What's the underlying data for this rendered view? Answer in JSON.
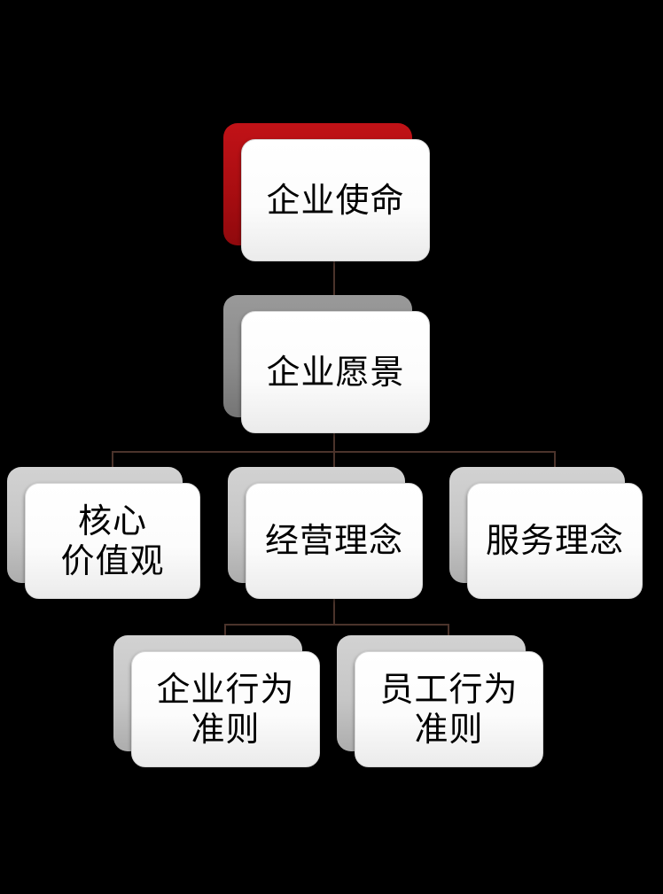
{
  "diagram": {
    "type": "org-hierarchy",
    "background": "#000000",
    "colors": {
      "card_face": "#ffffff",
      "text": "#000000",
      "connector": "#4b332b",
      "accent_red": "#b00e12",
      "gray_dark": "#8c8c8c",
      "gray_light": "#c6c6c6"
    },
    "nodes": [
      {
        "id": "mission",
        "label": "企业使命",
        "level": 1,
        "backing_color": "#b00e12"
      },
      {
        "id": "vision",
        "label": "企业愿景",
        "level": 2,
        "backing_color": "#8c8c8c"
      },
      {
        "id": "core-values",
        "label": "核心\n价值观",
        "level": 3,
        "backing_color": "#c6c6c6"
      },
      {
        "id": "business-philosophy",
        "label": "经营理念",
        "level": 3,
        "backing_color": "#c6c6c6"
      },
      {
        "id": "service-philosophy",
        "label": "服务理念",
        "level": 3,
        "backing_color": "#c6c6c6"
      },
      {
        "id": "corporate-conduct",
        "label": "企业行为\n准则",
        "level": 4,
        "backing_color": "#c6c6c6"
      },
      {
        "id": "employee-conduct",
        "label": "员工行为\n准则",
        "level": 4,
        "backing_color": "#c6c6c6"
      }
    ],
    "edges": [
      {
        "from": "mission",
        "to": "vision"
      },
      {
        "from": "vision",
        "to": "core-values"
      },
      {
        "from": "vision",
        "to": "business-philosophy"
      },
      {
        "from": "vision",
        "to": "service-philosophy"
      },
      {
        "from": "business-philosophy",
        "to": "corporate-conduct"
      },
      {
        "from": "business-philosophy",
        "to": "employee-conduct"
      }
    ]
  }
}
